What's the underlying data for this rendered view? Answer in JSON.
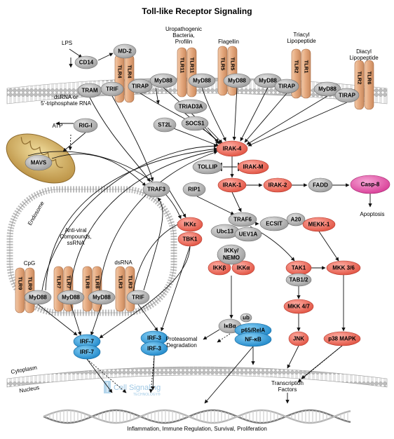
{
  "title": "Toll-like Receptor Signaling",
  "colors": {
    "grey_node": "#b9b9b9",
    "red_node": "#f27a6c",
    "blue_node": "#3aa6e0",
    "pink_node": "#ea6bb4",
    "receptor": "#e8b48c",
    "membrane": "#c9c9c9"
  },
  "ligands": {
    "lps": "LPS",
    "uro1": "Uropathogenic",
    "uro2": "Bacteria,",
    "uro3": "Profilin",
    "flagellin": "Flagellin",
    "tri1": "Triacyl",
    "tri2": "Lipopeptide",
    "di1": "Diacyl",
    "di2": "Lipopeptide",
    "dsrna1": "dsRNA or",
    "dsrna2": "5'-triphosphate RNA",
    "atp": "ATP",
    "antiviral1": "Anti-viral",
    "antiviral2": "Compounds,",
    "antiviral3": "ssRNA",
    "cpg": "CpG",
    "dsrna_endo": "dsRNA"
  },
  "receptors": {
    "tlr4": "TLR4",
    "tlr11": "TLR11",
    "tlr5": "TLR5",
    "tlr2": "TLR2",
    "tlr1": "TLR1",
    "tlr6": "TLR6",
    "tlr9": "TLR9",
    "tlr7": "TLR7",
    "tlr8": "TLR8",
    "tlr3": "TLR3"
  },
  "nodes": {
    "cd14": "CD14",
    "md2": "MD-2",
    "tram": "TRAM",
    "trif": "TRIF",
    "tirap": "TIRAP",
    "myd88": "MyD88",
    "triad3a": "TRIAD3A",
    "st2l": "ST2L",
    "socs1": "SOCS1",
    "rigi": "RIG-I",
    "mavs": "MAVS",
    "irak4": "IRAK-4",
    "tollip": "TOLLIP",
    "irakm": "IRAK-M",
    "irak1": "IRAK-1",
    "irak2": "IRAK-2",
    "fadd": "FADD",
    "casp8": "Casp-8",
    "apoptosis": "Apoptosis",
    "traf3": "TRAF3",
    "rip1": "RIP1",
    "a20": "A20",
    "traf6": "TRAF6",
    "ecsit": "ECSIT",
    "mekk1": "MEKK-1",
    "ubc13": "Ubc13",
    "uev1a": "UEV1A",
    "ikke": "IKKε",
    "tbk1": "TBK1",
    "ikkg1": "IKKγ/",
    "ikkg2": "NEMO",
    "ikkb": "IKKβ",
    "ikka": "IKKα",
    "tak1": "TAK1",
    "tab12": "TAB1/2",
    "mkk36": "MKK 3/6",
    "mkk47": "MKK 4/7",
    "jnk": "JNK",
    "p38": "p38 MAPK",
    "ikba": "IκBα",
    "ub": "ub",
    "p65": "p65/RelA",
    "nfkb": "NF-κB",
    "irf7": "IRF-7",
    "irf3": "IRF-3"
  },
  "labels": {
    "endosome": "Endosome",
    "proteasomal1": "Proteasomal",
    "proteasomal2": "Degradation",
    "cytoplasm": "Cytoplasm",
    "nucleus": "Nucleus",
    "tf1": "Transcription",
    "tf2": "Factors",
    "output": "Inflammation, Immune Regulation, Survival, Proliferation",
    "logo1": "Cell Signaling",
    "logo2": "TECHNOLOGY®"
  }
}
